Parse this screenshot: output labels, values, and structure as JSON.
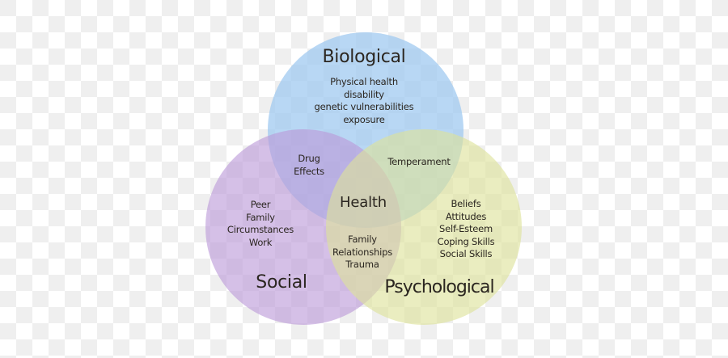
{
  "diagram": {
    "type": "venn",
    "center_label": "Health",
    "circles": [
      {
        "id": "biological",
        "title": "Biological",
        "color": "#a6cdf0",
        "items": [
          "Physical health",
          "disability",
          "genetic vulnerabilities",
          "exposure"
        ]
      },
      {
        "id": "social",
        "title": "Social",
        "color": "#c8aee0",
        "items": [
          "Peer",
          "Family",
          "Circumstances",
          "Work"
        ]
      },
      {
        "id": "psychological",
        "title": "Psychological",
        "color": "#e2e6a8",
        "items": [
          "Beliefs",
          "Attitudes",
          "Self-Esteem",
          "Coping Skills",
          "Social Skills"
        ]
      }
    ],
    "intersections": {
      "biological_social": [
        "Drug",
        "Effects"
      ],
      "biological_psychological": [
        "Temperament"
      ],
      "social_psychological": [
        "Family",
        "Relationships",
        "Trauma"
      ],
      "all": "Health"
    }
  }
}
